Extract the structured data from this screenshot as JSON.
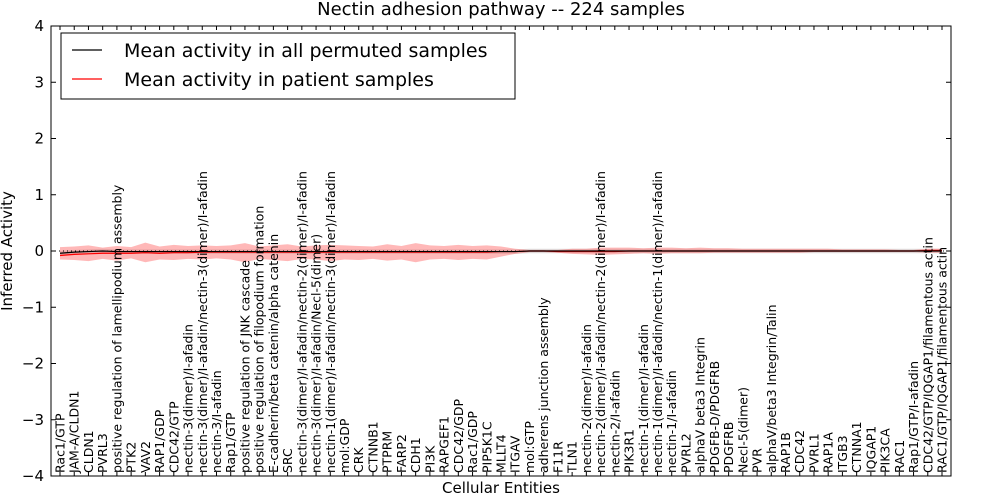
{
  "chart_data": {
    "type": "line",
    "title": "Nectin adhesion pathway -- 224 samples",
    "xlabel": "Cellular Entities",
    "ylabel": "Inferred Activity",
    "ylim": [
      -4,
      4
    ],
    "yticks": [
      -4,
      -3,
      -2,
      -1,
      0,
      1,
      2,
      3,
      4
    ],
    "grid": false,
    "legend_position": "top-left",
    "categories": [
      "Rac1/GTP",
      "JAM-A/CLDN1",
      "CLDN1",
      "PVRL3",
      "positive regulation of lamellipodium assembly",
      "PTK2",
      "VAV2",
      "RAP1/GDP",
      "CDC42/GTP",
      "nectin-3(dimer)/I-afadin",
      "nectin-3(dimer)/I-afadin/nectin-3(dimer)/I-afadin",
      "nectin-3/I-afadin",
      "Rap1/GTP",
      "positive regulation of JNK cascade",
      "positive regulation of filopodium formation",
      "E-cadherin/beta catenin/alpha catenin",
      "SRC",
      "nectin-3(dimer)/I-afadin/nectin-2(dimer)/I-afadin",
      "nectin-3(dimer)/I-afadin/Necl-5(dimer)",
      "nectin-1(dimer)/I-afadin/nectin-3(dimer)/I-afadin",
      "mol:GDP",
      "CRK",
      "CTNNB1",
      "PTPRM",
      "FARP2",
      "CDH1",
      "PI3K",
      "RAPGEF1",
      "CDC42/GDP",
      "Rac1/GDP",
      "PIP5K1C",
      "MLLT4",
      "ITGAV",
      "mol:GTP",
      "adherens junction assembly",
      "F11R",
      "TLN1",
      "nectin-2(dimer)/I-afadin",
      "nectin-2(dimer)/I-afadin/nectin-2(dimer)/I-afadin",
      "nectin-2/I-afadin",
      "PIK3R1",
      "nectin-1(dimer)/I-afadin",
      "nectin-1(dimer)/I-afadin/nectin-1(dimer)/I-afadin",
      "nectin-1/I-afadin",
      "PVRL2",
      "alphaV beta3 Integrin",
      "PDGFB-D/PDGFRB",
      "PDGFRB",
      "Necl-5(dimer)",
      "PVR",
      "alphaV/beta3 Integrin/Talin",
      "RAP1B",
      "CDC42",
      "PVRL1",
      "RAP1A",
      "ITGB3",
      "CTNNA1",
      "IQGAP1",
      "PIK3CA",
      "RAC1",
      "Rap1/GTP/I-afadin",
      "CDC42/GTP/IQGAP1/filamentous actin",
      "RAC1/GTP/IQGAP1/filamentous actin"
    ],
    "series": [
      {
        "name": "Mean activity in all permuted samples",
        "color": "#000000",
        "values": [
          -0.04,
          -0.02,
          -0.01,
          0.0,
          -0.01,
          -0.01,
          -0.01,
          -0.01,
          -0.01,
          -0.01,
          -0.01,
          -0.01,
          -0.01,
          -0.01,
          -0.01,
          -0.01,
          -0.01,
          -0.01,
          -0.01,
          -0.01,
          -0.01,
          -0.01,
          -0.01,
          -0.01,
          -0.01,
          -0.01,
          -0.01,
          -0.01,
          -0.01,
          -0.01,
          -0.01,
          -0.01,
          -0.01,
          0.0,
          0.0,
          0.0,
          0.0,
          0.0,
          0.0,
          0.0,
          0.0,
          0.0,
          0.0,
          0.0,
          0.0,
          0.0,
          0.0,
          0.0,
          0.0,
          0.0,
          0.0,
          0.0,
          0.0,
          0.0,
          0.0,
          0.0,
          0.0,
          0.0,
          0.0,
          0.0,
          0.0,
          0.0,
          0.0
        ],
        "band": 0.04
      },
      {
        "name": "Mean activity in patient samples",
        "color": "#ff0000",
        "values": [
          -0.08,
          -0.06,
          -0.05,
          -0.04,
          -0.04,
          -0.04,
          -0.03,
          -0.04,
          -0.03,
          -0.03,
          -0.02,
          -0.02,
          -0.02,
          -0.02,
          -0.02,
          -0.02,
          -0.02,
          -0.02,
          -0.02,
          -0.02,
          -0.02,
          -0.02,
          -0.02,
          -0.02,
          -0.02,
          -0.02,
          -0.02,
          -0.02,
          -0.02,
          -0.02,
          -0.02,
          -0.01,
          -0.01,
          0.0,
          0.0,
          -0.01,
          -0.01,
          -0.01,
          -0.01,
          -0.01,
          0.0,
          0.0,
          0.0,
          0.0,
          0.0,
          0.0,
          0.0,
          0.0,
          0.0,
          0.0,
          0.0,
          0.0,
          0.0,
          0.0,
          0.0,
          0.0,
          0.0,
          0.0,
          0.0,
          0.0,
          0.0,
          0.01,
          0.01
        ],
        "band_upper": [
          0.07,
          0.08,
          0.1,
          0.06,
          0.09,
          0.07,
          0.15,
          0.08,
          0.11,
          0.09,
          0.1,
          0.09,
          0.1,
          0.14,
          0.08,
          0.1,
          0.12,
          0.08,
          0.1,
          0.11,
          0.1,
          0.09,
          0.08,
          0.12,
          0.09,
          0.14,
          0.1,
          0.09,
          0.11,
          0.09,
          0.1,
          0.08,
          0.04,
          0.02,
          0.02,
          0.02,
          0.04,
          0.04,
          0.06,
          0.06,
          0.06,
          0.05,
          0.06,
          0.06,
          0.05,
          0.06,
          0.05,
          0.05,
          0.04,
          0.04,
          0.04,
          0.04,
          0.04,
          0.04,
          0.04,
          0.03,
          0.03,
          0.03,
          0.03,
          0.02,
          0.02,
          0.04,
          0.04
        ],
        "band_lower": [
          -0.15,
          -0.16,
          -0.18,
          -0.14,
          -0.17,
          -0.13,
          -0.2,
          -0.15,
          -0.16,
          -0.14,
          -0.15,
          -0.13,
          -0.15,
          -0.2,
          -0.14,
          -0.16,
          -0.18,
          -0.14,
          -0.15,
          -0.18,
          -0.15,
          -0.16,
          -0.14,
          -0.17,
          -0.15,
          -0.2,
          -0.15,
          -0.14,
          -0.16,
          -0.14,
          -0.15,
          -0.1,
          -0.05,
          -0.02,
          -0.02,
          -0.03,
          -0.05,
          -0.06,
          -0.07,
          -0.06,
          -0.05,
          -0.04,
          -0.05,
          -0.04,
          -0.04,
          -0.04,
          -0.03,
          -0.03,
          -0.03,
          -0.03,
          -0.03,
          -0.03,
          -0.03,
          -0.02,
          -0.02,
          -0.02,
          -0.02,
          -0.02,
          -0.02,
          -0.02,
          -0.02,
          -0.03,
          -0.03
        ]
      }
    ]
  }
}
